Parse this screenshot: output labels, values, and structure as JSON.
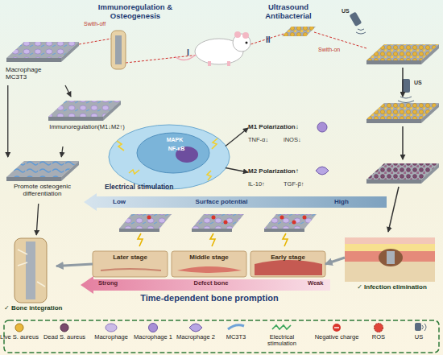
{
  "diagram": {
    "nodes": [
      {
        "text": [
          "Macrophage MC3T3"
        ]
      },
      {
        "text": [
          "Immunoregulation(M1↓M2↑)"
        ]
      },
      {
        "text": [
          "Promote osteogenic differentiation"
        ]
      },
      {
        "text": [
          "MAPK",
          "NF-κB",
          "Electrical stimulation"
        ]
      },
      {
        "text": [
          "M1 Polarization↓"
        ]
      },
      {
        "text": [
          "M2 Polarization↑"
        ]
      },
      {
        "text": [
          "✓ Bone integration"
        ]
      },
      {
        "text": [
          "Later stage"
        ]
      },
      {
        "text": [
          "Middle stage"
        ]
      },
      {
        "text": [
          "Early stage"
        ]
      },
      {
        "text": [
          "✓ Infection elimination"
        ]
      }
    ],
    "edges": [
      {
        "from": 0,
        "to": 1,
        "arrow": "to"
      },
      {
        "from": 1,
        "to": 2,
        "arrow": "to"
      },
      {
        "from": 0,
        "to": 2,
        "arrow": "to"
      },
      {
        "from": 2,
        "to": 6,
        "arrow": "to"
      },
      {
        "from": 3,
        "to": 4,
        "arrow": "to"
      },
      {
        "from": 3,
        "to": 5,
        "arrow": "to"
      },
      {
        "from": 10,
        "to": 9,
        "arrow": "to"
      },
      {
        "from": 7,
        "to": 6,
        "arrow": "to"
      }
    ],
    "labels": [
      "Immunoregulation & Osteogenesis",
      "I",
      "Ultrasound Antibacterial",
      "II",
      "Swith-off",
      "Swith-on",
      "US",
      "US",
      "TNF-α↓",
      "iNOS↓",
      "IL-10↑",
      "TGF-β↑",
      "Low",
      "Surface potential",
      "High",
      "Defect bone",
      "Strong",
      "Weak",
      "Time-dependent bone promption"
    ],
    "legend": [
      {
        "text": "Live S. aureus"
      },
      {
        "text": "Dead S. aureus"
      },
      {
        "text": "Macrophage"
      },
      {
        "text": "Macrophage 1"
      },
      {
        "text": "Macrophage 2"
      },
      {
        "text": "MC3T3"
      },
      {
        "text": "Electrical stimulation"
      },
      {
        "text": "Negative charge"
      },
      {
        "text": "ROS"
      },
      {
        "text": "US"
      }
    ]
  }
}
